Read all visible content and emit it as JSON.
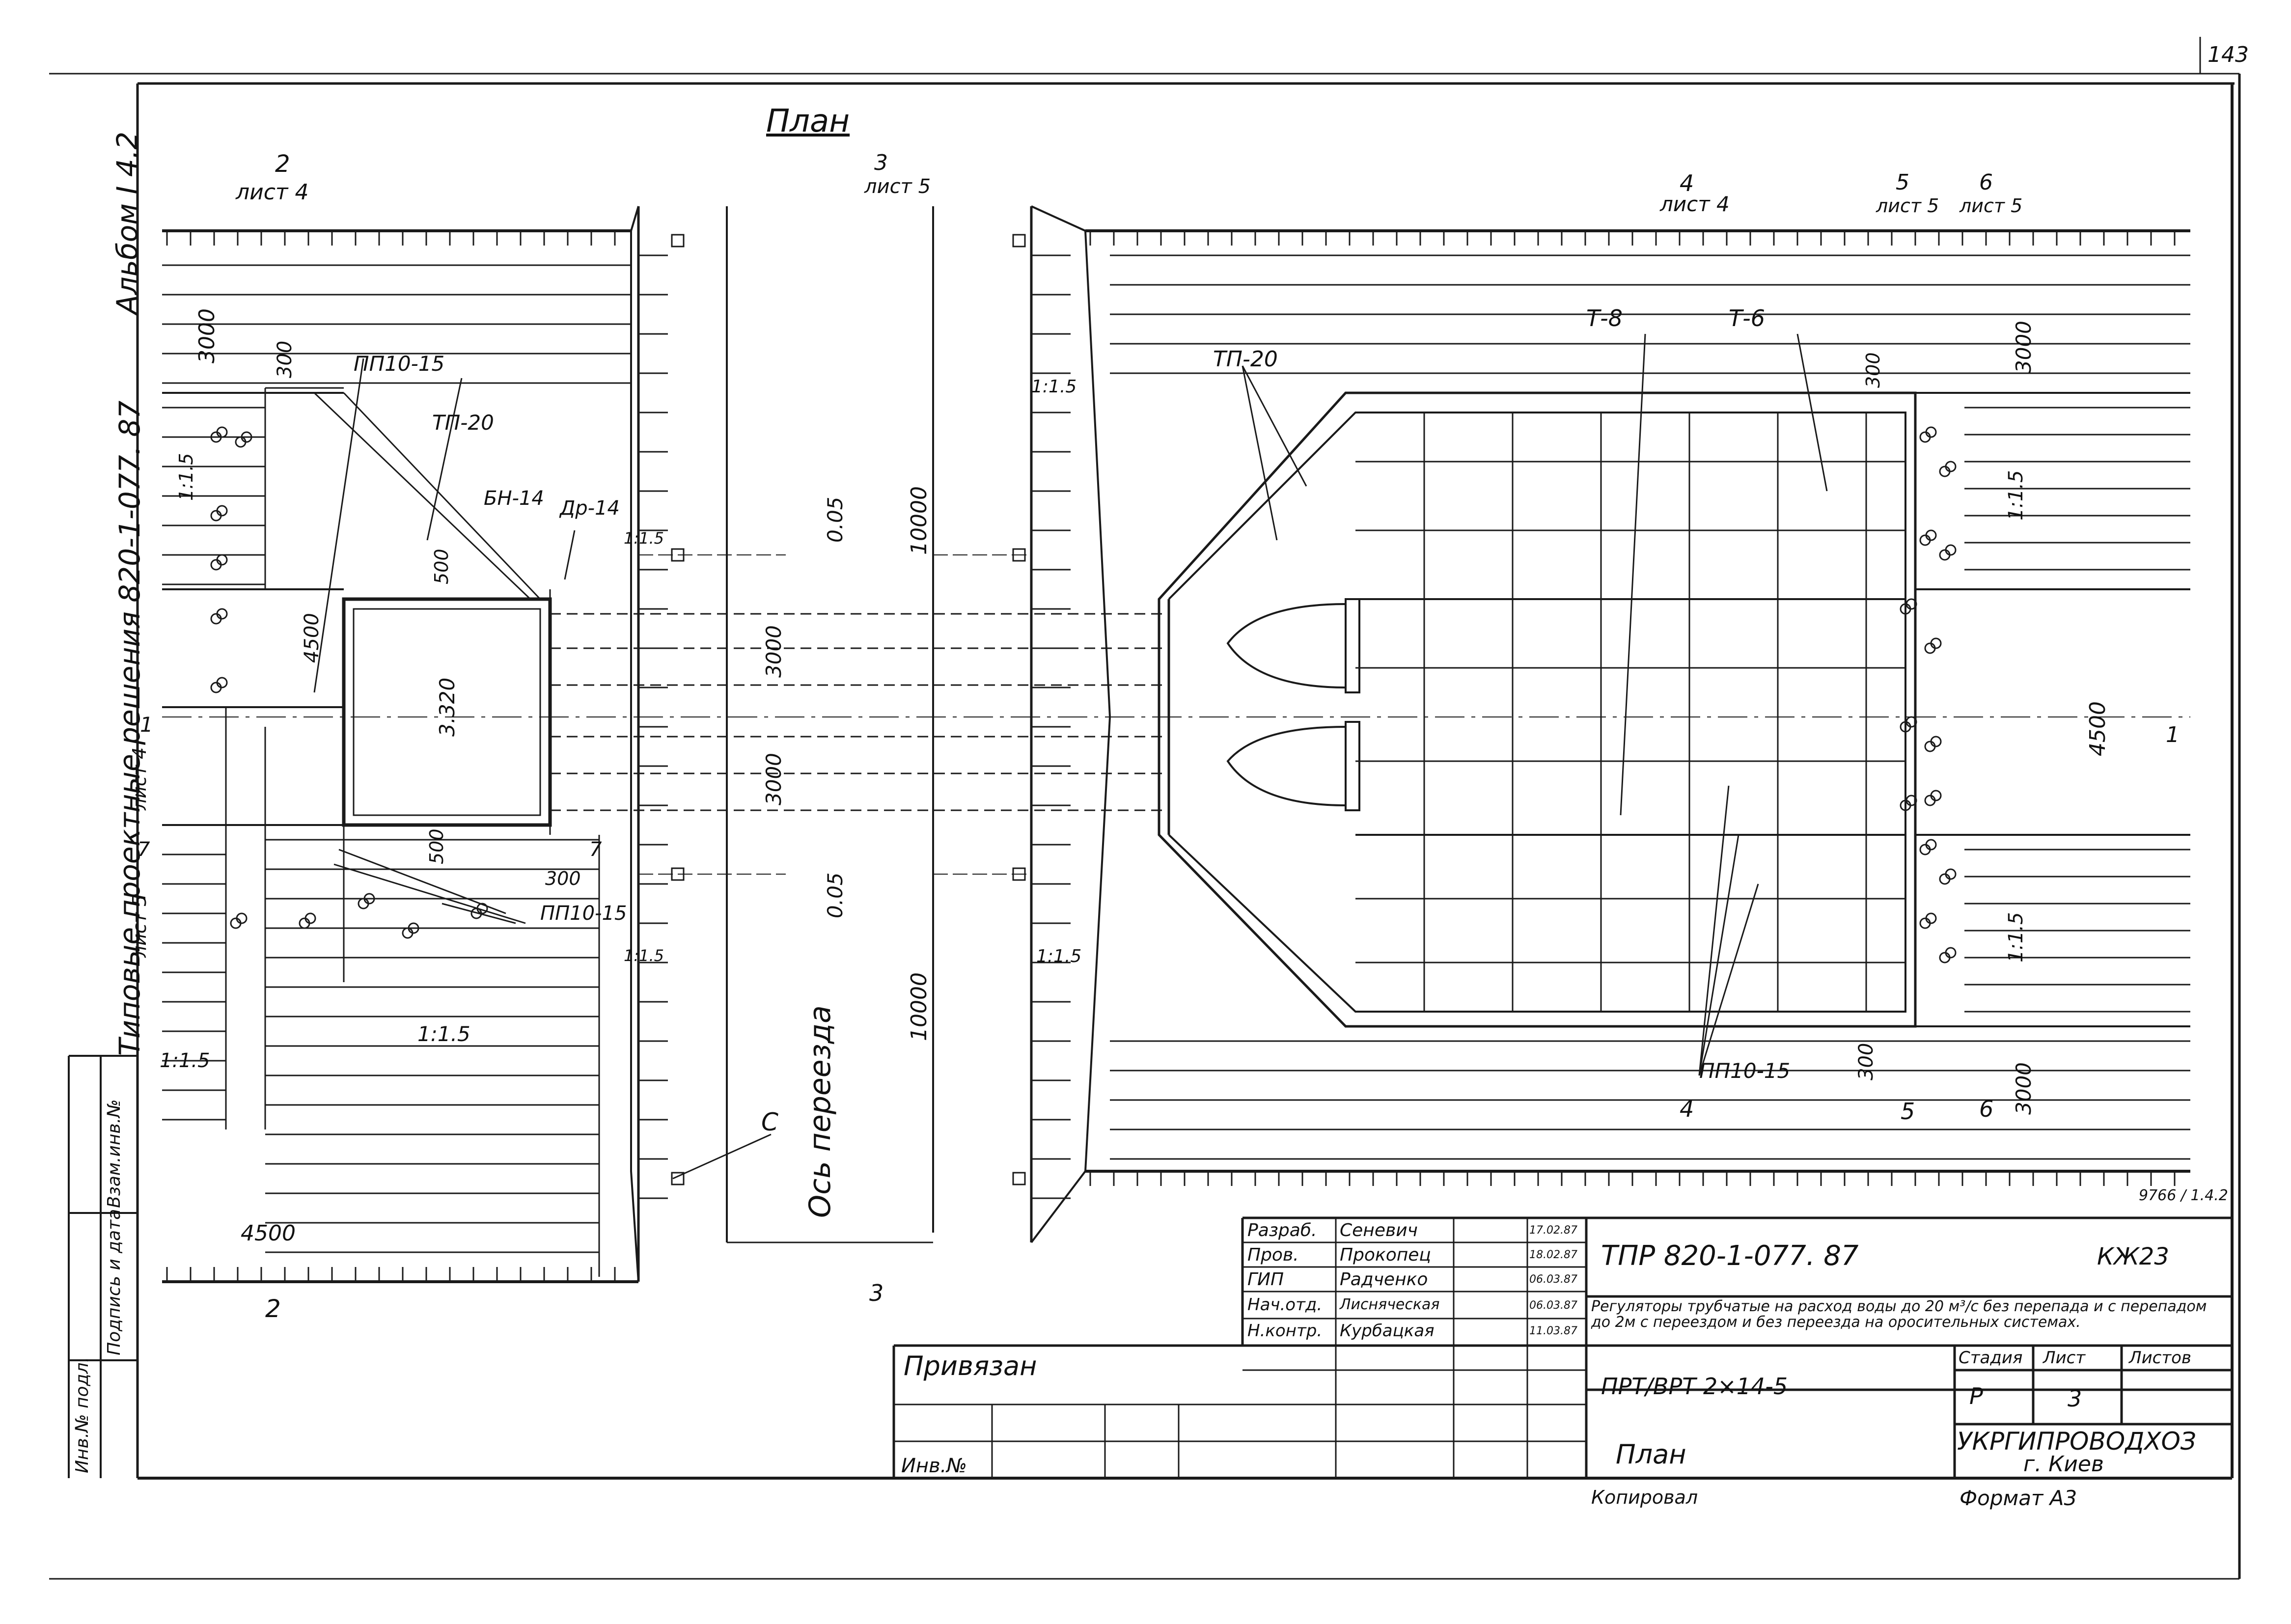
{
  "page_number": "143",
  "album": "Альбом І 4.2",
  "series": "Типовые проектные решения 820-1-077. 87",
  "plan_title": "План",
  "axis_label": "Ось переезда",
  "section_marks": {
    "s2_top": "2",
    "s2_top_sheet": "лист 4",
    "s3_top": "3",
    "s3_top_sheet": "лист 5",
    "s4_top": "4",
    "s4_top_sheet": "лист 4",
    "s5_top": "5",
    "s5_top_sheet": "лист 5",
    "s6_top": "6",
    "s6_top_sheet": "лист 5",
    "s1_left": "1",
    "s1_left_sheet": "лист 4",
    "s7_left": "7",
    "s7_left_sheet": "лист 5",
    "s7_right": "7",
    "s1_right": "1",
    "s2_bottom": "2",
    "s3_bottom": "3",
    "s4_bottom": "4",
    "s5_bottom": "5",
    "s6_bottom": "6"
  },
  "elements": {
    "pp_top": "ПП10-15",
    "pp_bottom": "ПП10-15",
    "pp_right": "ПП10-15",
    "tp_left": "ТП-20",
    "tp_right": "ТП-20",
    "bn": "БН-14",
    "dr": "Др-14",
    "t8": "Т-8",
    "t6": "Т-6",
    "c": "С"
  },
  "dimensions": {
    "d3000_tl": "3000",
    "d300_tl": "300",
    "d500_a": "500",
    "d4500_v": "4500",
    "d3320": "3.320",
    "d500_b": "500",
    "d300_b": "300",
    "d4500_h": "4500",
    "d0_05_a": "0.05",
    "d0_05_b": "0.05",
    "d3000_c1": "3000",
    "d3000_c2": "3000",
    "d10000_a": "10000",
    "d10000_b": "10000",
    "d300_tr": "300",
    "d3000_tr": "3000",
    "d4500_r": "4500",
    "d300_br": "300",
    "d3000_br": "3000"
  },
  "slopes": {
    "s_left_top": "1:1.5",
    "s_left_bot": "1:1.5",
    "s_mid": "1:1.5",
    "s_ch_l1": "1:1.5",
    "s_ch_l2": "1:1.5",
    "s_ch_r1": "1:1.5",
    "s_ch_r2": "1:1.5",
    "s_right_top": "1:1.5",
    "s_right_bot": "1:1.5"
  },
  "corner_note": "9766 / 1.4.2",
  "stamp_left": [
    "Инв.№ подл.",
    "Подпись и дата",
    "Взам.инв.№"
  ],
  "title_block": {
    "roles": [
      "Разраб.",
      "Пров.",
      "ГИП",
      "Нач.отд.",
      "Н.контр."
    ],
    "names": [
      "Сеневич",
      "Прокопец",
      "Радченко",
      "Лисняческая",
      "Курбацкая"
    ],
    "dates": [
      "17.02.87",
      "18.02.87",
      "06.03.87",
      "06.03.87",
      "11.03.87"
    ],
    "doc_code": "ТПР 820-1-077. 87",
    "sheet_mark": "КЖ23",
    "description": "Регуляторы трубчатые на расход воды до 20 м³/с без перепада и с перепадом до 2м с переездом и без переезда на оросительных системах.",
    "variant": "ПРТ/ВРТ 2×14-5",
    "stage_h": "Стадия",
    "sheet_h": "Лист",
    "sheets_h": "Листов",
    "stage": "Р",
    "sheet": "3",
    "sheets": "",
    "drawing_name": "План",
    "org": "УКРГИПРОВОДХОЗ",
    "city": "г. Киев",
    "bound": "Привязан",
    "inv": "Инв.№",
    "copied": "Копировал",
    "format": "Формат А3"
  }
}
